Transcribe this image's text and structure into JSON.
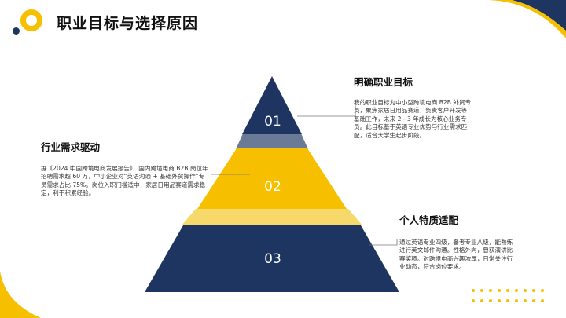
{
  "title": "职业目标与选择原因",
  "colors": {
    "navy": "#1e3461",
    "yellow": "#f6c000",
    "line": "#777777"
  },
  "layers": [
    {
      "number": "01"
    },
    {
      "number": "02"
    },
    {
      "number": "03"
    }
  ],
  "sections": {
    "goal": {
      "heading": "明确职业目标",
      "text": "我的职业目标为中小型跨境电商 B2B 外贸专员，聚焦家居日用品赛道，负责客户开发等基础工作，未来 2 - 3 年成长为核心业务专员。此目标基于英语专业优势与行业需求匹配，适合大学生起步阶段。"
    },
    "industry": {
      "heading": "行业需求驱动",
      "text": "据《2024 中国跨境电商发展报告》，国内跨境电商 B2B 岗位年招聘需求超 60 万，中小企业对“英语沟通 + 基础外贸操作”专员需求占比 75%。岗位入职门槛适中，家居日用品赛道需求稳定，利于积累经验。"
    },
    "personal": {
      "heading": "个人特质适配",
      "text": "通过英语专业四级，备考专业八级，能熟练进行英文邮件沟通。性格外向，曾获演讲比赛奖项。对跨境电商兴趣浓厚，日常关注行业动态，符合岗位要求。"
    }
  }
}
